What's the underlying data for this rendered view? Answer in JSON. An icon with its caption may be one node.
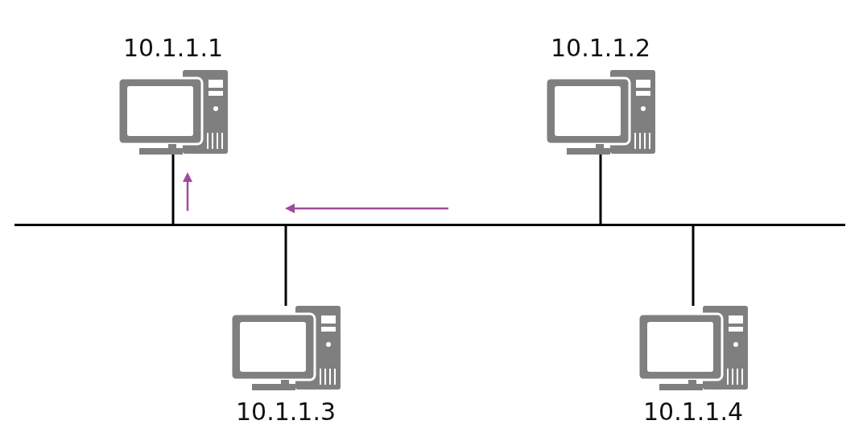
{
  "diagram": {
    "nodes": [
      {
        "text": [
          "10.1.1.1"
        ]
      },
      {
        "text": [
          "10.1.1.2"
        ]
      },
      {
        "text": [
          "10.1.1.3"
        ]
      },
      {
        "text": [
          "10.1.1.4"
        ]
      },
      {
        "text": [],
        "shape": "bar"
      }
    ],
    "edges": [
      {
        "from": 0,
        "to": 4,
        "arrow": "none"
      },
      {
        "from": 1,
        "to": 4,
        "arrow": "none"
      },
      {
        "from": 2,
        "to": 4,
        "arrow": "none"
      },
      {
        "from": 3,
        "to": 4,
        "arrow": "none"
      }
    ]
  }
}
